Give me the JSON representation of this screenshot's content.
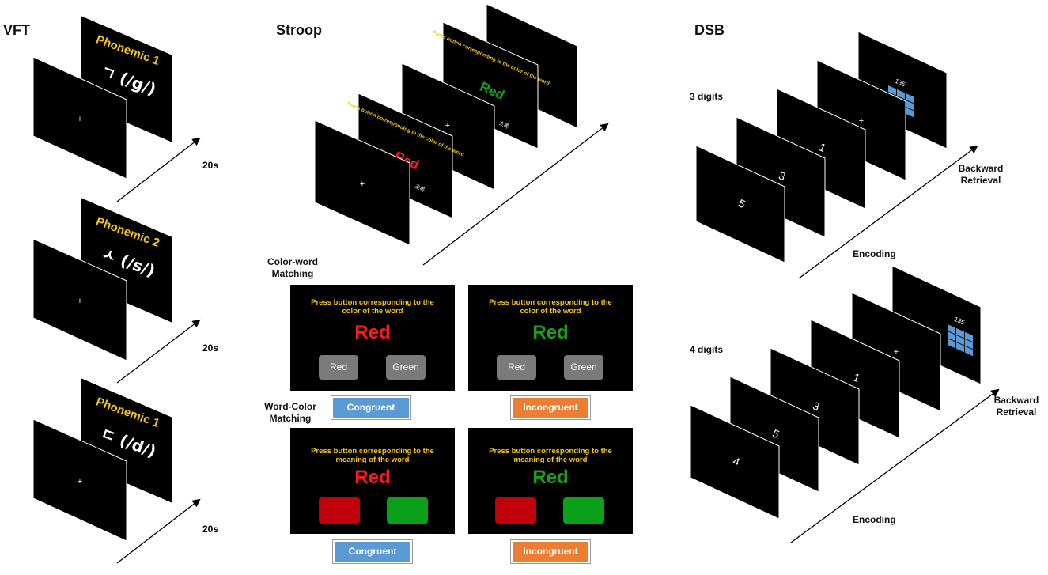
{
  "headings": {
    "vft": "VFT",
    "stroop": "Stroop",
    "dsb": "DSB"
  },
  "vft": {
    "rows": [
      {
        "phoneme_label": "Phonemic 1",
        "letter": "ㄱ (/g/)",
        "fixation": "+",
        "duration": "20s"
      },
      {
        "phoneme_label": "Phonemic 2",
        "letter": "ㅅ (/s/)",
        "fixation": "+",
        "duration": "20s"
      },
      {
        "phoneme_label": "Phonemic 1",
        "letter": "ㄷ (/d/)",
        "fixation": "+",
        "duration": "20s"
      }
    ]
  },
  "stroop": {
    "fixation": "+",
    "trial1": {
      "instruction": "Press button corresponding to the color of the word",
      "word": "Red",
      "word_color": "#ff1a1a",
      "response": "초록"
    },
    "trial2": {
      "instruction": "Press button corresponding to the color of the word",
      "word": "Red",
      "word_color": "#14a014",
      "response": "초록"
    },
    "color_word_label": "Color-word\nMatching",
    "word_color_label": "Word-Color\nMatching",
    "panels": [
      {
        "instruction": "Press button corresponding to the\ncolor of the word",
        "word": "Red",
        "word_color": "#ff1a1a",
        "buttons": [
          "Red",
          "Green"
        ],
        "condition": "Congruent",
        "condition_color": "#5b9bd5"
      },
      {
        "instruction": "Press button corresponding to the\ncolor of the word",
        "word": "Red",
        "word_color": "#1aa01a",
        "buttons": [
          "Red",
          "Green"
        ],
        "condition": "Incongruent",
        "condition_color": "#ed7d31"
      },
      {
        "instruction": "Press button corresponding to the\nmeaning of the word",
        "word": "Red",
        "word_color": "#ff1a1a",
        "condition": "Congruent",
        "condition_color": "#5b9bd5"
      },
      {
        "instruction": "Press button corresponding to the\nmeaning of the word",
        "word": "Red",
        "word_color": "#1aa01a",
        "condition": "Incongruent",
        "condition_color": "#ed7d31"
      }
    ]
  },
  "dsb": {
    "groups": [
      {
        "label": "3 digits",
        "digits": [
          "5",
          "3",
          "1"
        ],
        "fixation": "+",
        "keypad_display": "135",
        "encoding_label": "Encoding",
        "retrieval_label": "Backward\nRetrieval"
      },
      {
        "label": "4 digits",
        "digits": [
          "4",
          "5",
          "3",
          "1"
        ],
        "fixation": "+",
        "keypad_display": "135",
        "encoding_label": "Encoding",
        "retrieval_label": "Backward\nRetrieval"
      }
    ]
  },
  "colors": {
    "screen": "#000000",
    "instruction_text": "#f5c518",
    "keypad": "#5b9bd5"
  }
}
